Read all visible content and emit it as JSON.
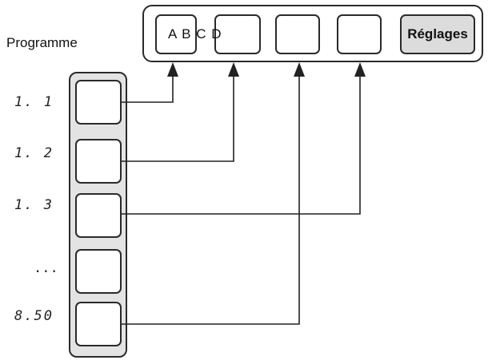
{
  "top_panel": {
    "slot_labels": [
      "A B",
      "C D"
    ],
    "settings_label": "Réglages"
  },
  "program_list": {
    "title": "Programme",
    "items": [
      {
        "label": "1. 1"
      },
      {
        "label": "1. 2"
      },
      {
        "label": "1. 3"
      },
      {
        "label": "..."
      },
      {
        "label": "8.50"
      }
    ]
  }
}
